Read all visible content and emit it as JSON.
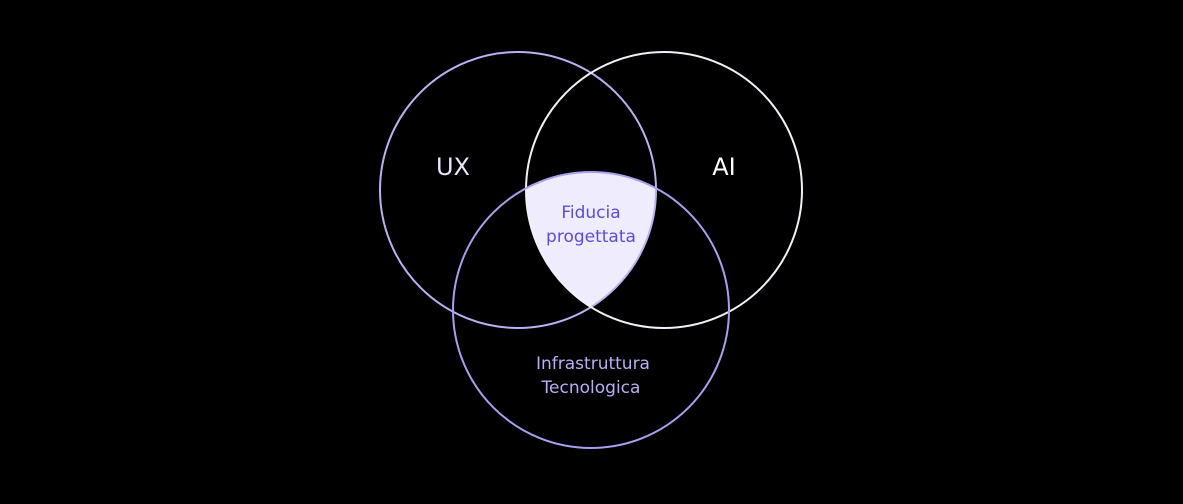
{
  "diagram": {
    "type": "venn-3",
    "background": "#000000",
    "sets": [
      {
        "id": "ux",
        "label": "UX",
        "stroke": "#b9b2f2",
        "label_color": "#e8e6fb"
      },
      {
        "id": "ai",
        "label": "AI",
        "stroke": "#f1f0f7",
        "label_color": "#ffffff"
      },
      {
        "id": "infra",
        "label_lines": [
          "Infrastruttura",
          "Tecnologica"
        ],
        "stroke": "#a8a0ee",
        "label_color": "#b7aef7"
      }
    ],
    "intersection": {
      "label_lines": [
        "Fiducia",
        "progettata"
      ],
      "fill": "#eeecfd",
      "label_color": "#5b4ddc"
    }
  }
}
